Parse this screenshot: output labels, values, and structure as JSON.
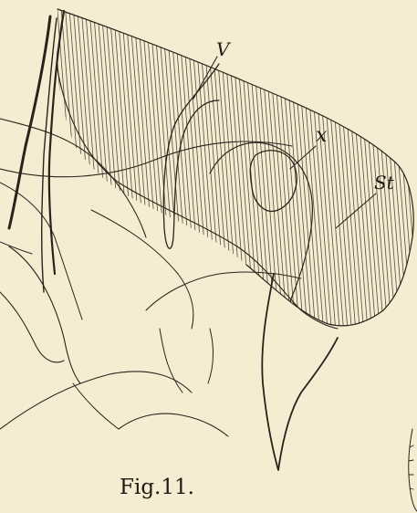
{
  "labels": {
    "v": "V",
    "x": "x",
    "st": "St"
  },
  "caption": "Fig.11."
}
